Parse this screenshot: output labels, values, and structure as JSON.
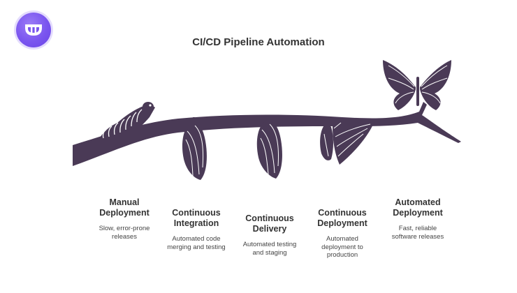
{
  "title": "CI/CD Pipeline Automation",
  "colors": {
    "branch": "#4a3a56",
    "accent": "#7a55ef",
    "text": "#333333"
  },
  "logo": {
    "icon": "brand-logo-icon"
  },
  "stages": [
    {
      "title_line1": "Manual",
      "title_line2": "Deployment",
      "desc_line1": "Slow, error-prone",
      "desc_line2": "releases",
      "desc_line3": "",
      "icon": "caterpillar-icon"
    },
    {
      "title_line1": "Continuous",
      "title_line2": "Integration",
      "desc_line1": "Automated code",
      "desc_line2": "merging and testing",
      "desc_line3": "",
      "icon": "chrysalis-icon"
    },
    {
      "title_line1": "Continuous",
      "title_line2": "Delivery",
      "desc_line1": "Automated testing",
      "desc_line2": "and staging",
      "desc_line3": "",
      "icon": "chrysalis-icon"
    },
    {
      "title_line1": "Continuous",
      "title_line2": "Deployment",
      "desc_line1": "Automated",
      "desc_line2": "deployment to",
      "desc_line3": "production",
      "icon": "emerging-butterfly-icon"
    },
    {
      "title_line1": "Automated",
      "title_line2": "Deployment",
      "desc_line1": "Fast, reliable",
      "desc_line2": "software releases",
      "desc_line3": "",
      "icon": "butterfly-icon"
    }
  ]
}
